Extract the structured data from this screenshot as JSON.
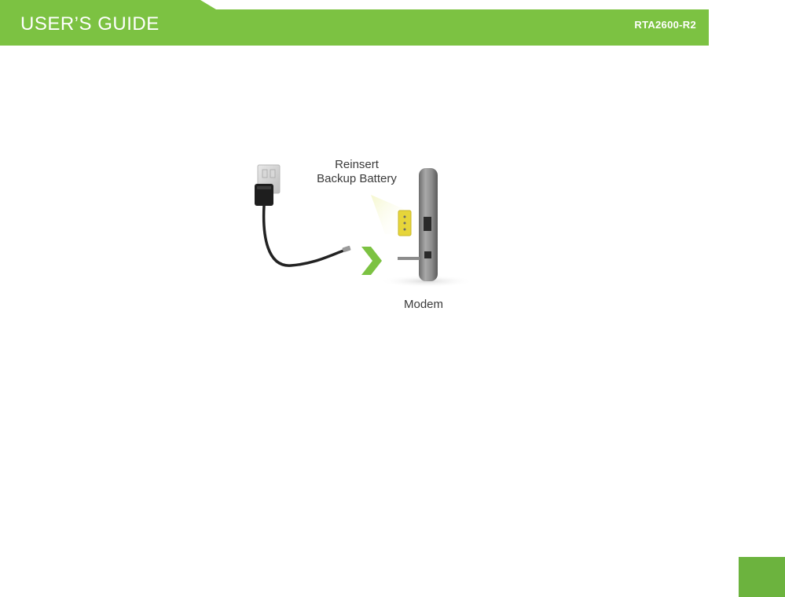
{
  "header": {
    "title": "USER’S GUIDE",
    "model": "RTA2600-R2",
    "color": "#7cc242"
  },
  "figure": {
    "label_reinsert_line1": "Reinsert",
    "label_reinsert_line2": "Backup Battery",
    "label_modem": "Modem",
    "arrow_color": "#7cc242",
    "battery_color": "#e6d53a"
  },
  "footer": {
    "tab_color": "#6cb33e"
  }
}
